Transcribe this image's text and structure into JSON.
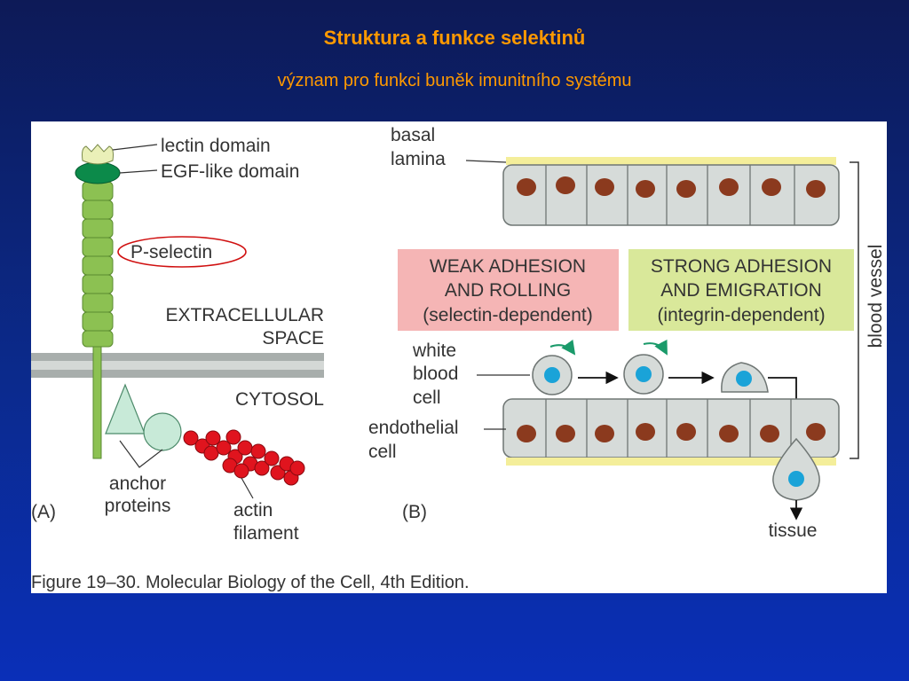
{
  "slide": {
    "title": "Struktura a funkce selektinů",
    "subtitle": "význam  pro funkci buněk imunitního systému"
  },
  "panel_a": {
    "label": "(A)",
    "lectin_domain": "lectin domain",
    "egf_domain": "EGF-like domain",
    "p_selectin": "P-selectin",
    "extracellular_line1": "EXTRACELLULAR",
    "extracellular_line2": "SPACE",
    "cytosol": "CYTOSOL",
    "anchor_line1": "anchor",
    "anchor_line2": "proteins",
    "actin_line1": "actin",
    "actin_line2": "filament"
  },
  "panel_b": {
    "label": "(B)",
    "basal_line1": "basal",
    "basal_line2": "lamina",
    "weak_line1": "WEAK ADHESION",
    "weak_line2": "AND ROLLING",
    "weak_line3": "(selectin-dependent)",
    "strong_line1": "STRONG ADHESION",
    "strong_line2": "AND EMIGRATION",
    "strong_line3": "(integrin-dependent)",
    "wbc_line1": "white",
    "wbc_line2": "blood",
    "wbc_line3": "cell",
    "endo_line1": "endothelial",
    "endo_line2": "cell",
    "blood_vessel": "blood vessel",
    "tissue": "tissue"
  },
  "caption": "Figure 19–30. Molecular Biology of the Cell, 4th Edition.",
  "colors": {
    "title": "#ff9900",
    "weak_box": "#f5b5b5",
    "strong_box": "#d9e89a",
    "cell_fill": "#d6dbd9",
    "nucleus": "#8b3a1e",
    "wbc_nucleus": "#1aa3d8",
    "selectin_green": "#8cc152",
    "actin_red": "#e0141e",
    "membrane_gray": "#a8aeac",
    "basal_yellow": "#f4ee9a"
  }
}
